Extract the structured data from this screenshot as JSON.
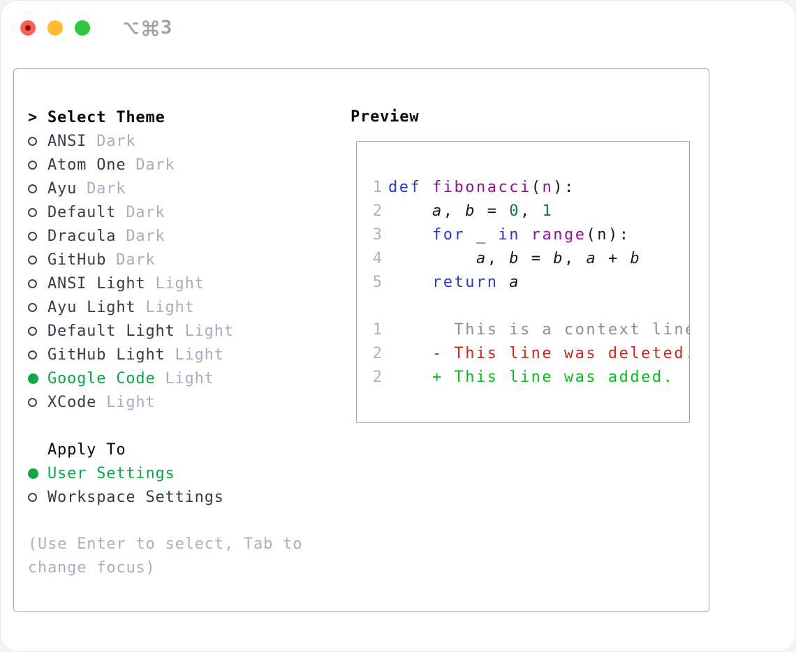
{
  "window": {
    "shortcut": {
      "text": "⌥⌘3",
      "modifiers": [
        "option",
        "command"
      ],
      "key": "3"
    },
    "traffic_lights": {
      "close": "#fb5e55",
      "minimize": "#fdbd2e",
      "zoom": "#2bc840"
    }
  },
  "theme_panel": {
    "prompt": ">",
    "title": "Select Theme",
    "items": [
      {
        "name": "ANSI",
        "variant": "Dark",
        "selected": false
      },
      {
        "name": "Atom One",
        "variant": "Dark",
        "selected": false
      },
      {
        "name": "Ayu",
        "variant": "Dark",
        "selected": false
      },
      {
        "name": "Default",
        "variant": "Dark",
        "selected": false
      },
      {
        "name": "Dracula",
        "variant": "Dark",
        "selected": false
      },
      {
        "name": "GitHub",
        "variant": "Dark",
        "selected": false
      },
      {
        "name": "ANSI Light",
        "variant": "Light",
        "selected": false
      },
      {
        "name": "Ayu Light",
        "variant": "Light",
        "selected": false
      },
      {
        "name": "Default Light",
        "variant": "Light",
        "selected": false
      },
      {
        "name": "GitHub Light",
        "variant": "Light",
        "selected": false
      },
      {
        "name": "Google Code",
        "variant": "Light",
        "selected": true
      },
      {
        "name": "XCode",
        "variant": "Light",
        "selected": false
      }
    ],
    "apply_to": {
      "title": "Apply To",
      "options": [
        {
          "label": "User Settings",
          "selected": true
        },
        {
          "label": "Workspace Settings",
          "selected": false
        }
      ]
    },
    "help_lines": [
      "(Use Enter to select, Tab to",
      "change focus)"
    ]
  },
  "preview": {
    "title": "Preview",
    "code_lines": [
      {
        "num": "1",
        "segments": [
          {
            "text": "def ",
            "style": "kw"
          },
          {
            "text": "fibonacci",
            "style": "fn"
          },
          {
            "text": "(",
            "style": "pl"
          },
          {
            "text": "n",
            "style": "fn"
          },
          {
            "text": "):",
            "style": "pl"
          }
        ]
      },
      {
        "num": "2",
        "segments": [
          {
            "text": "    ",
            "style": "pl"
          },
          {
            "text": "a",
            "style": "var"
          },
          {
            "text": ", ",
            "style": "pl"
          },
          {
            "text": "b",
            "style": "var"
          },
          {
            "text": " = ",
            "style": "pl"
          },
          {
            "text": "0",
            "style": "num"
          },
          {
            "text": ", ",
            "style": "pl"
          },
          {
            "text": "1",
            "style": "num"
          }
        ]
      },
      {
        "num": "3",
        "segments": [
          {
            "text": "    ",
            "style": "pl"
          },
          {
            "text": "for",
            "style": "kw"
          },
          {
            "text": " _ ",
            "style": "pl"
          },
          {
            "text": "in",
            "style": "kw"
          },
          {
            "text": " ",
            "style": "pl"
          },
          {
            "text": "range",
            "style": "fn"
          },
          {
            "text": "(n):",
            "style": "pl"
          }
        ]
      },
      {
        "num": "4",
        "segments": [
          {
            "text": "        ",
            "style": "pl"
          },
          {
            "text": "a",
            "style": "var"
          },
          {
            "text": ", ",
            "style": "pl"
          },
          {
            "text": "b",
            "style": "var"
          },
          {
            "text": " = ",
            "style": "pl"
          },
          {
            "text": "b",
            "style": "var"
          },
          {
            "text": ", ",
            "style": "pl"
          },
          {
            "text": "a",
            "style": "var"
          },
          {
            "text": " + ",
            "style": "pl"
          },
          {
            "text": "b",
            "style": "var"
          }
        ]
      },
      {
        "num": "5",
        "segments": [
          {
            "text": "    ",
            "style": "pl"
          },
          {
            "text": "return",
            "style": "kw"
          },
          {
            "text": " ",
            "style": "pl"
          },
          {
            "text": "a",
            "style": "var"
          }
        ]
      },
      {
        "num": "",
        "segments": []
      },
      {
        "num": "1",
        "segments": [
          {
            "text": "      This is a context line.",
            "style": "ctx"
          }
        ]
      },
      {
        "num": "2",
        "segments": [
          {
            "text": "    - This line was deleted.",
            "style": "del"
          }
        ]
      },
      {
        "num": "2",
        "segments": [
          {
            "text": "    + This line was added.",
            "style": "add"
          }
        ]
      }
    ]
  },
  "colors": {
    "accent_green": "#0ba845",
    "panel_border": "#9aa3b1",
    "muted_gray": "#a6afbd",
    "keyword_blue": "#2a39c2",
    "identifier_purple": "#931096",
    "number_teal": "#0e6f6e",
    "diff_deleted_red": "#c3281b",
    "diff_added_green": "#09bc20",
    "line_number_gray": "#a9b4c2"
  }
}
